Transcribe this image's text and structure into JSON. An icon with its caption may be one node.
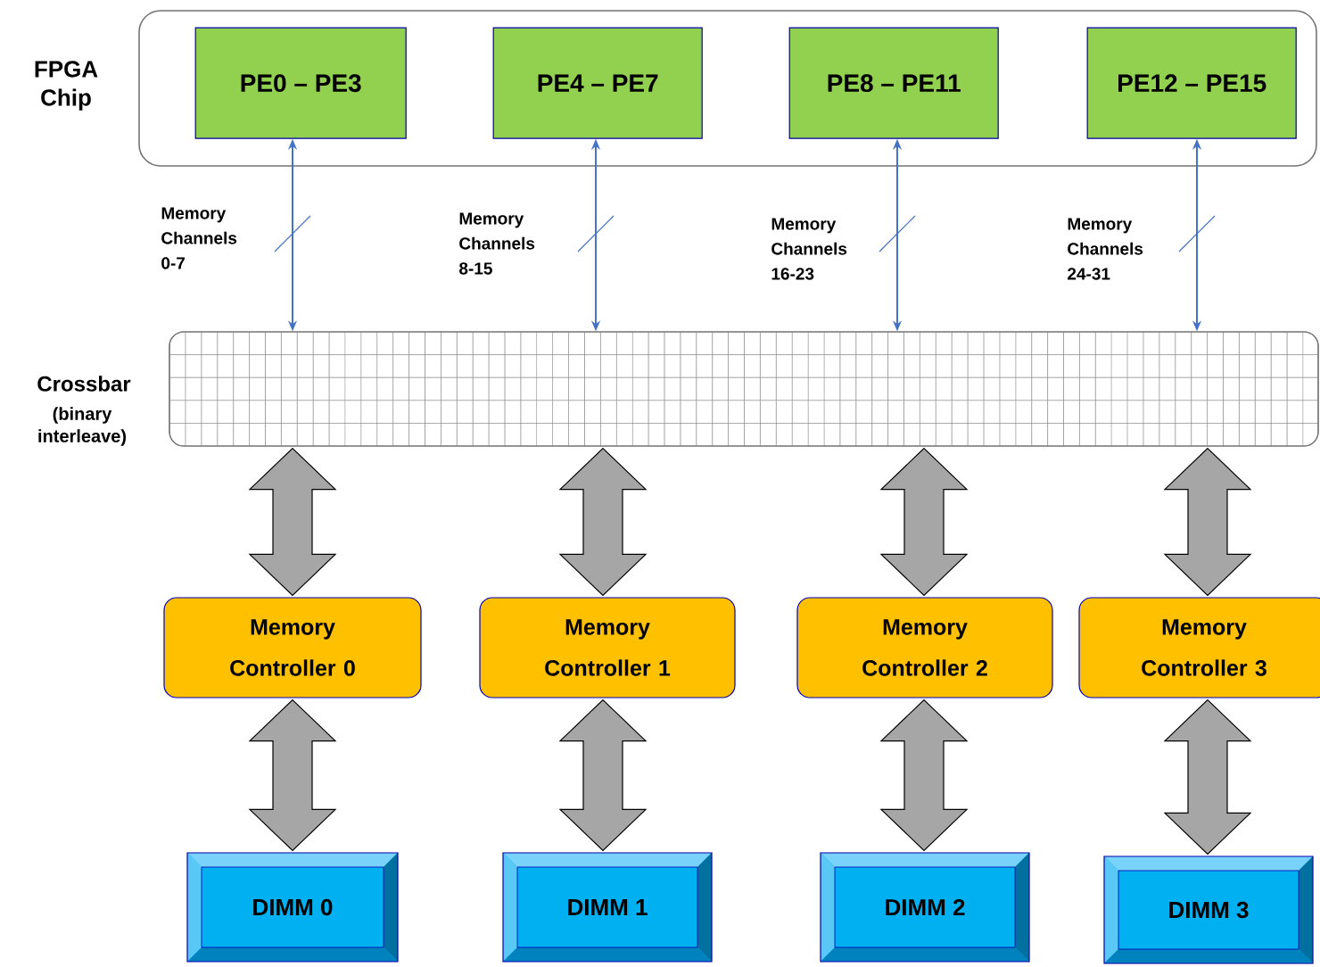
{
  "diagram": {
    "nodes": [
      {
        "text": [
          "FPGA Chip"
        ]
      },
      {
        "text": [
          "PE0 – PE3"
        ],
        "in": 0
      },
      {
        "text": [
          "PE4 – PE7"
        ],
        "in": 0
      },
      {
        "text": [
          "PE8 – PE11"
        ],
        "in": 0
      },
      {
        "text": [
          "PE12 – PE15"
        ],
        "in": 0
      },
      {
        "text": [
          "Crossbar",
          "(binary interleave)"
        ]
      },
      {
        "text": [
          "Memory Controller 0"
        ]
      },
      {
        "text": [
          "Memory Controller 1"
        ]
      },
      {
        "text": [
          "Memory Controller 2"
        ]
      },
      {
        "text": [
          "Memory Controller 3"
        ]
      },
      {
        "text": [
          "DIMM 0"
        ]
      },
      {
        "text": [
          "DIMM 1"
        ]
      },
      {
        "text": [
          "DIMM 2"
        ]
      },
      {
        "text": [
          "DIMM 3"
        ]
      }
    ],
    "edges": [
      {
        "from": 1,
        "to": 5,
        "arrow": "both",
        "label": "Memory Channels 0-7",
        "color": "#4472c4"
      },
      {
        "from": 2,
        "to": 5,
        "arrow": "both",
        "label": "Memory Channels 8-15",
        "color": "#4472c4"
      },
      {
        "from": 3,
        "to": 5,
        "arrow": "both",
        "label": "Memory Channels 16-23",
        "color": "#4472c4"
      },
      {
        "from": 4,
        "to": 5,
        "arrow": "both",
        "label": "Memory Channels 24-31",
        "color": "#4472c4"
      },
      {
        "from": 5,
        "to": 6,
        "arrow": "both",
        "style": "thick"
      },
      {
        "from": 5,
        "to": 7,
        "arrow": "both",
        "style": "thick"
      },
      {
        "from": 5,
        "to": 8,
        "arrow": "both",
        "style": "thick"
      },
      {
        "from": 5,
        "to": 9,
        "arrow": "both",
        "style": "thick"
      },
      {
        "from": 6,
        "to": 10,
        "arrow": "both",
        "style": "thick"
      },
      {
        "from": 7,
        "to": 11,
        "arrow": "both",
        "style": "thick"
      },
      {
        "from": 8,
        "to": 12,
        "arrow": "both",
        "style": "thick"
      },
      {
        "from": 9,
        "to": 13,
        "arrow": "both",
        "style": "thick"
      }
    ]
  }
}
